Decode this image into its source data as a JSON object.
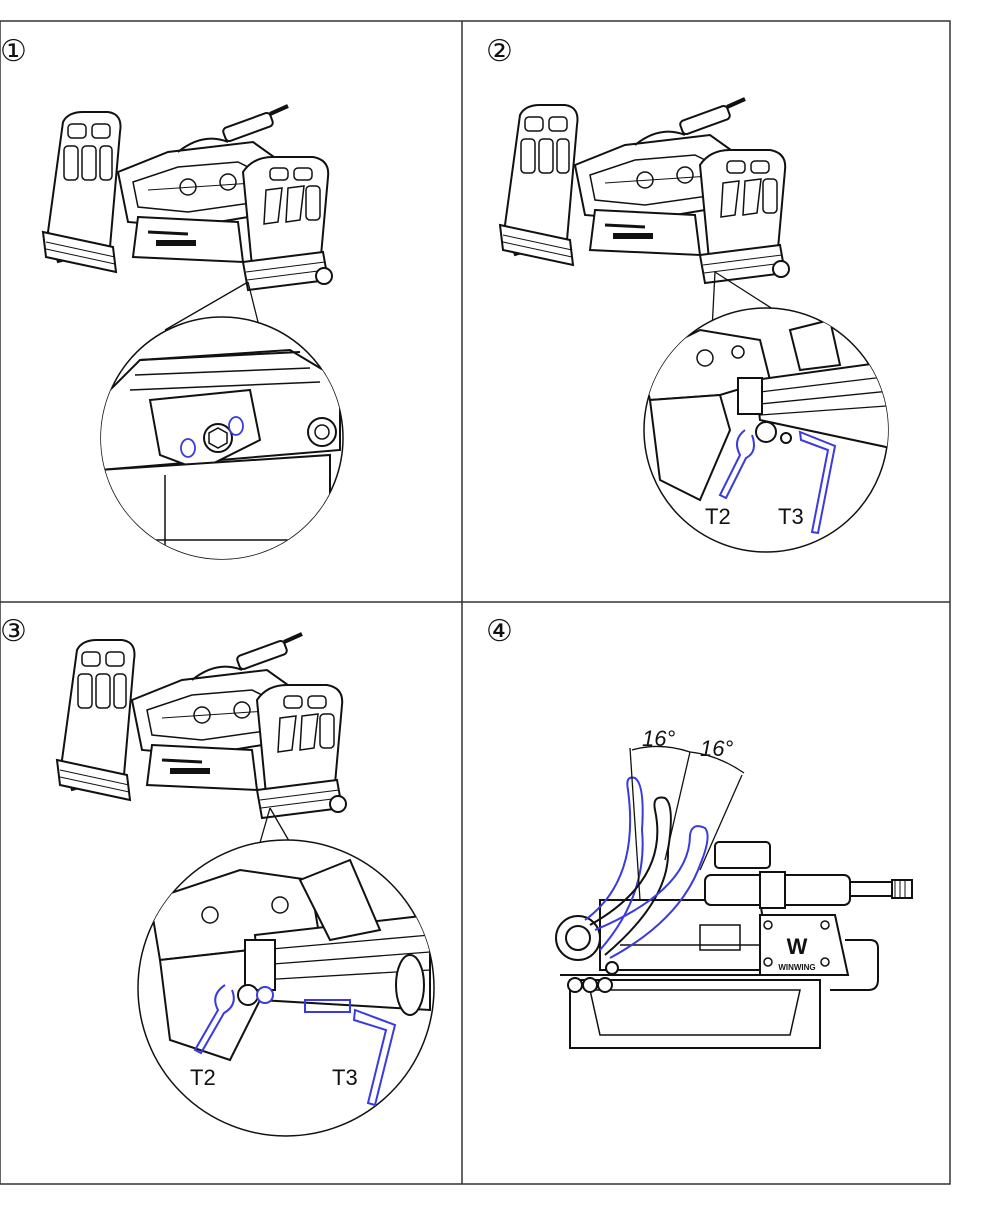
{
  "panels": [
    {
      "step": "①"
    },
    {
      "step": "②",
      "tools": [
        "T2",
        "T3"
      ]
    },
    {
      "step": "③",
      "tools": [
        "T2",
        "T3"
      ]
    },
    {
      "step": "④",
      "angles": [
        "16°",
        "16°"
      ],
      "brand": "WINWING"
    }
  ],
  "colors": {
    "line": "#111111",
    "highlight": "#3a3adf"
  },
  "icons": [
    "rudder-pedals-illustration",
    "magnified-detail-circle",
    "hex-key-icon",
    "spanner-icon",
    "pedal-side-view"
  ]
}
